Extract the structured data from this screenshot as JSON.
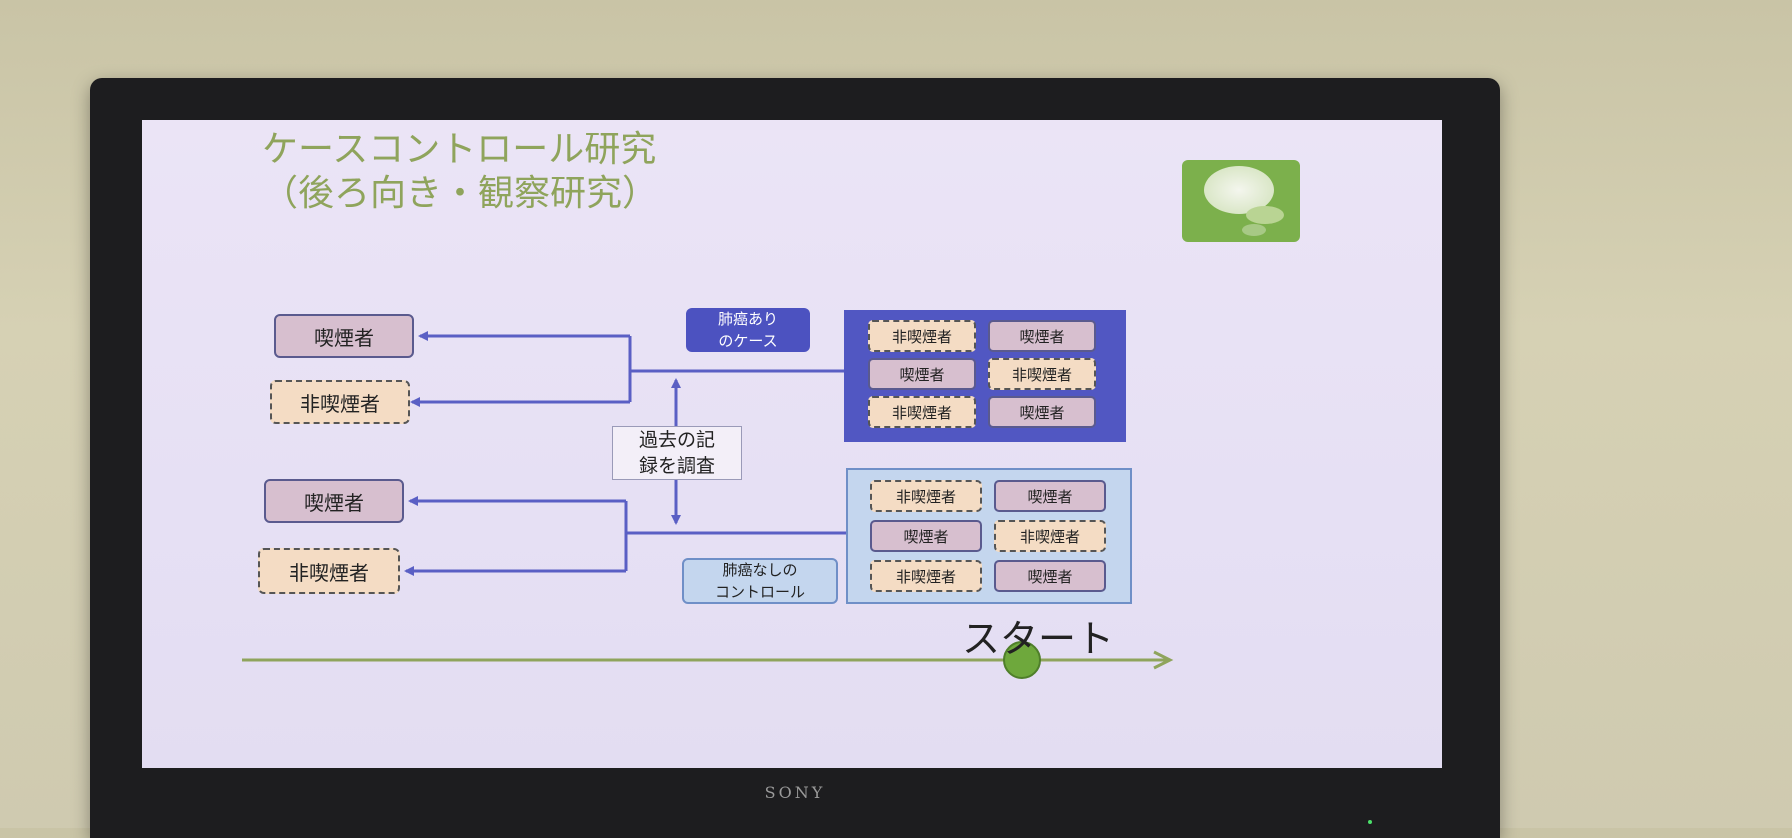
{
  "slide": {
    "title_line1": "ケースコントロール研究",
    "title_line2": "（後ろ向き・観察研究）",
    "left_boxes": [
      "喫煙者",
      "非喫煙者",
      "喫煙者",
      "非喫煙者"
    ],
    "case_label_line1": "肺癌あり",
    "case_label_line2": "のケース",
    "control_label_line1": "肺癌なしの",
    "control_label_line2": "コントロール",
    "case_grid": [
      "非喫煙者",
      "喫煙者",
      "喫煙者",
      "非喫煙者",
      "非喫煙者",
      "喫煙者"
    ],
    "control_grid": [
      "非喫煙者",
      "喫煙者",
      "喫煙者",
      "非喫煙者",
      "非喫煙者",
      "喫煙者"
    ],
    "note_line1": "過去の記",
    "note_line2": "録を調査",
    "start_label": "スタート"
  },
  "tv": {
    "brand": "SONY"
  },
  "colors": {
    "title": "#8fa45c",
    "arrow": "#5a5fc4",
    "timeline": "#8fa45c",
    "case_panel": "#5157c2",
    "control_panel": "#c4d6ee",
    "smoker_fill": "#d7bfcf",
    "nonsmoker_fill": "#f4dcc4"
  }
}
